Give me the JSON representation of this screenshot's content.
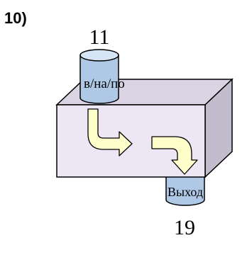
{
  "problem": {
    "number": "10)"
  },
  "input_cylinder": {
    "count": "11",
    "label": "в/на/по"
  },
  "output_cylinder": {
    "count": "19",
    "label": "Выход"
  },
  "colors": {
    "box_front": "#ece6f5",
    "box_top": "#d9d3e3",
    "box_side": "#c3bccd",
    "cylinder_fill": "#aec8e6",
    "cylinder_top": "#d6e5f5",
    "arrow_fill": "#ffffcc",
    "stroke": "#000000"
  }
}
